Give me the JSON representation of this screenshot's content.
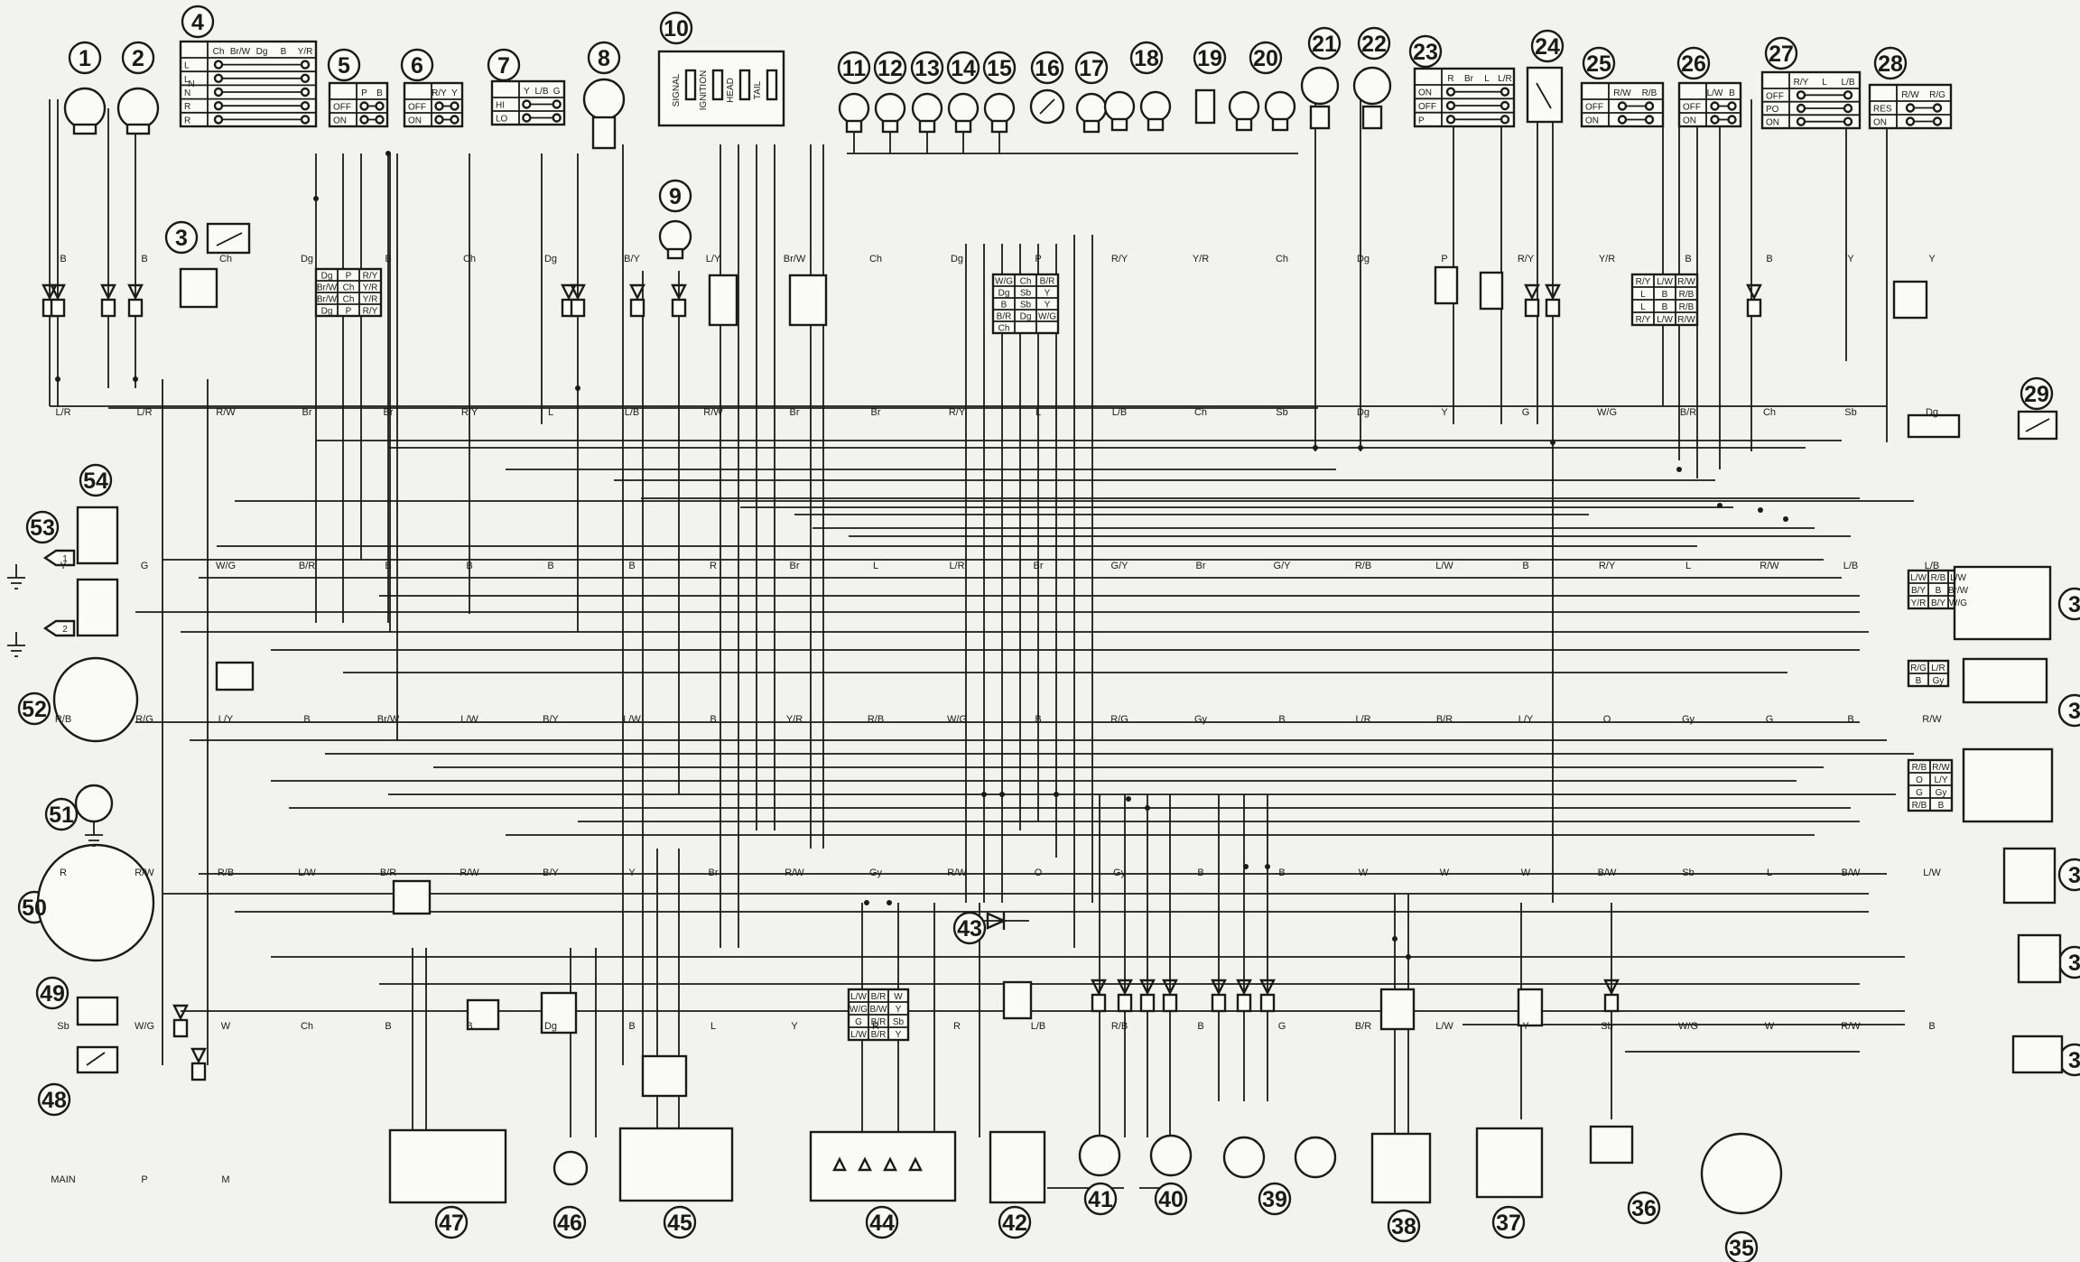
{
  "components": [
    {
      "n": "1"
    },
    {
      "n": "2"
    },
    {
      "n": "3"
    },
    {
      "n": "4"
    },
    {
      "n": "5"
    },
    {
      "n": "6"
    },
    {
      "n": "7"
    },
    {
      "n": "8"
    },
    {
      "n": "9"
    },
    {
      "n": "10"
    },
    {
      "n": "11"
    },
    {
      "n": "12"
    },
    {
      "n": "13"
    },
    {
      "n": "14"
    },
    {
      "n": "15"
    },
    {
      "n": "16"
    },
    {
      "n": "17"
    },
    {
      "n": "18"
    },
    {
      "n": "19"
    },
    {
      "n": "20"
    },
    {
      "n": "21"
    },
    {
      "n": "22"
    },
    {
      "n": "23"
    },
    {
      "n": "24"
    },
    {
      "n": "25"
    },
    {
      "n": "26"
    },
    {
      "n": "27"
    },
    {
      "n": "28"
    },
    {
      "n": "29"
    },
    {
      "n": "35"
    },
    {
      "n": "36"
    },
    {
      "n": "37"
    },
    {
      "n": "38"
    },
    {
      "n": "39"
    },
    {
      "n": "40"
    },
    {
      "n": "41"
    },
    {
      "n": "42"
    },
    {
      "n": "43"
    },
    {
      "n": "44"
    },
    {
      "n": "45"
    },
    {
      "n": "46"
    },
    {
      "n": "47"
    },
    {
      "n": "48"
    },
    {
      "n": "49"
    },
    {
      "n": "50"
    },
    {
      "n": "51"
    },
    {
      "n": "52"
    },
    {
      "n": "53"
    },
    {
      "n": "54"
    },
    {
      "n": "3"
    },
    {
      "n": "3"
    },
    {
      "n": "3"
    },
    {
      "n": "3"
    },
    {
      "n": "3"
    }
  ],
  "switches": {
    "s4": {
      "header": [
        "Ch",
        "Br/W",
        "Dg",
        "B",
        "Y/R"
      ],
      "rows": [
        "L",
        "L",
        "N",
        "R",
        "R"
      ],
      "row_n": "N"
    },
    "s5": {
      "header": [
        "P",
        "B"
      ],
      "rows": [
        "OFF",
        "ON"
      ]
    },
    "s6": {
      "header": [
        "R/Y",
        "Y"
      ],
      "rows": [
        "OFF",
        "ON"
      ]
    },
    "s7": {
      "header": [
        "Y",
        "L/B",
        "G"
      ],
      "rows": [
        "HI",
        "LO"
      ]
    },
    "s23": {
      "header": [
        "R",
        "Br",
        "L",
        "L/R"
      ],
      "rows": [
        "ON",
        "OFF",
        "P"
      ]
    },
    "s25": {
      "header": [
        "R/W",
        "R/B"
      ],
      "rows": [
        "OFF",
        "ON"
      ]
    },
    "s26": {
      "header": [
        "L/W",
        "B"
      ],
      "rows": [
        "OFF",
        "ON"
      ]
    },
    "s27": {
      "header": [
        "R/Y",
        "L",
        "L/B"
      ],
      "rows": [
        "OFF",
        "PO",
        "ON"
      ]
    },
    "s28": {
      "header": [
        "R/W",
        "R/G"
      ],
      "rows": [
        "RES",
        "ON"
      ]
    },
    "box10": [
      "SIGNAL",
      "IGNITION",
      "HEAD",
      "TAIL"
    ]
  },
  "wire_labels": [
    "B",
    "B",
    "Ch",
    "Dg",
    "B",
    "Ch",
    "Dg",
    "B/Y",
    "L/Y",
    "Br/W",
    "Ch",
    "Dg",
    "P",
    "R/Y",
    "Y/R",
    "Ch",
    "Dg",
    "P",
    "R/Y",
    "Y/R",
    "B",
    "B",
    "Y",
    "Y",
    "L/R",
    "L/R",
    "R/W",
    "Br",
    "Br",
    "R/Y",
    "L",
    "L/B",
    "R/W",
    "Br",
    "Br",
    "R/Y",
    "L",
    "L/B",
    "Ch",
    "Sb",
    "Dg",
    "Y",
    "G",
    "W/G",
    "B/R",
    "Ch",
    "Sb",
    "Dg",
    "Y",
    "G",
    "W/G",
    "B/R",
    "B",
    "B",
    "B",
    "B",
    "R",
    "Br",
    "L",
    "L/R",
    "Br",
    "G/Y",
    "Br",
    "G/Y",
    "R/B",
    "L/W",
    "B",
    "R/Y",
    "L",
    "R/W",
    "L/B",
    "L/B",
    "R/B",
    "R/G",
    "L/Y",
    "B",
    "Br/W",
    "L/W",
    "B/Y",
    "L/W",
    "B",
    "Y/R",
    "R/B",
    "W/G",
    "B",
    "R/G",
    "Gy",
    "B",
    "L/R",
    "B/R",
    "L/Y",
    "O",
    "Gy",
    "G",
    "B",
    "R/W",
    "R",
    "R/W",
    "R/B",
    "L/W",
    "B/R",
    "R/W",
    "B/Y",
    "Y",
    "Br",
    "R/W",
    "Gy",
    "R/W",
    "O",
    "Gy",
    "B",
    "B",
    "W",
    "W",
    "W",
    "B/W",
    "Sb",
    "L",
    "B/W",
    "L/W",
    "Sb",
    "W/G",
    "W",
    "Ch",
    "B",
    "B",
    "Dg",
    "B",
    "L",
    "Y",
    "R",
    "R",
    "L/B",
    "R/B",
    "B",
    "G",
    "B/R",
    "L/W",
    "Y",
    "Sb",
    "W/G",
    "W",
    "R/W",
    "B",
    "MAIN",
    "P",
    "M"
  ],
  "connector_cells": {
    "c_left": [
      "Dg",
      "P",
      "R/Y",
      "Br/W",
      "Ch",
      "Y/R",
      "Br/W",
      "Ch",
      "Y/R",
      "Dg",
      "P",
      "R/Y"
    ],
    "c_mid": [
      "W/G",
      "Ch",
      "B/R",
      "Dg",
      "Sb",
      "Y",
      "B",
      "Sb",
      "Y",
      "B/R",
      "Dg",
      "W/G",
      "Ch"
    ],
    "c_cut": [
      "R/Y",
      "L/W",
      "R/W",
      "L",
      "B",
      "R/B",
      "L",
      "B",
      "R/B",
      "R/Y",
      "L/W",
      "R/W"
    ],
    "c_right1": [
      "L/W",
      "R/B",
      "L/W",
      "B/Y",
      "B",
      "Br/W",
      "Y/R",
      "B/Y",
      "W/G"
    ],
    "c_right2": [
      "R/G",
      "L/R",
      "B",
      "Gy"
    ],
    "c_right3": [
      "R/B",
      "R/W",
      "O",
      "L/Y",
      "G",
      "Gy",
      "R/B",
      "B"
    ],
    "c_bottom": [
      "L/W",
      "B/R",
      "W",
      "W/G",
      "B/W",
      "Y",
      "G",
      "B/R",
      "Sb",
      "L/W",
      "B/R",
      "Y"
    ]
  },
  "junction": [
    "1",
    "2"
  ]
}
